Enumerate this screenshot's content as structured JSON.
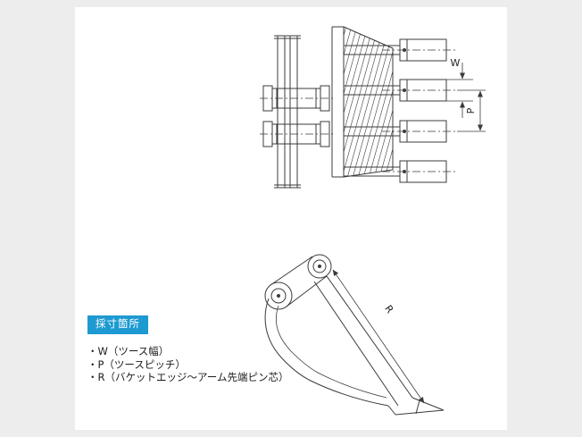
{
  "page": {
    "background_color": "#ededed",
    "panel_color": "#ffffff",
    "line_color": "#3b3b3b"
  },
  "measurement_badge": {
    "label": "採寸箇所",
    "background_color": "#1d9ad2",
    "text_color": "#ffffff"
  },
  "legend": {
    "items": [
      "・W（ツース幅）",
      "・P（ツースピッチ）",
      "・R（バケットエッジ～アーム先端ピン芯）"
    ]
  },
  "dimensions": {
    "w": "W",
    "p": "P",
    "r": "R"
  }
}
